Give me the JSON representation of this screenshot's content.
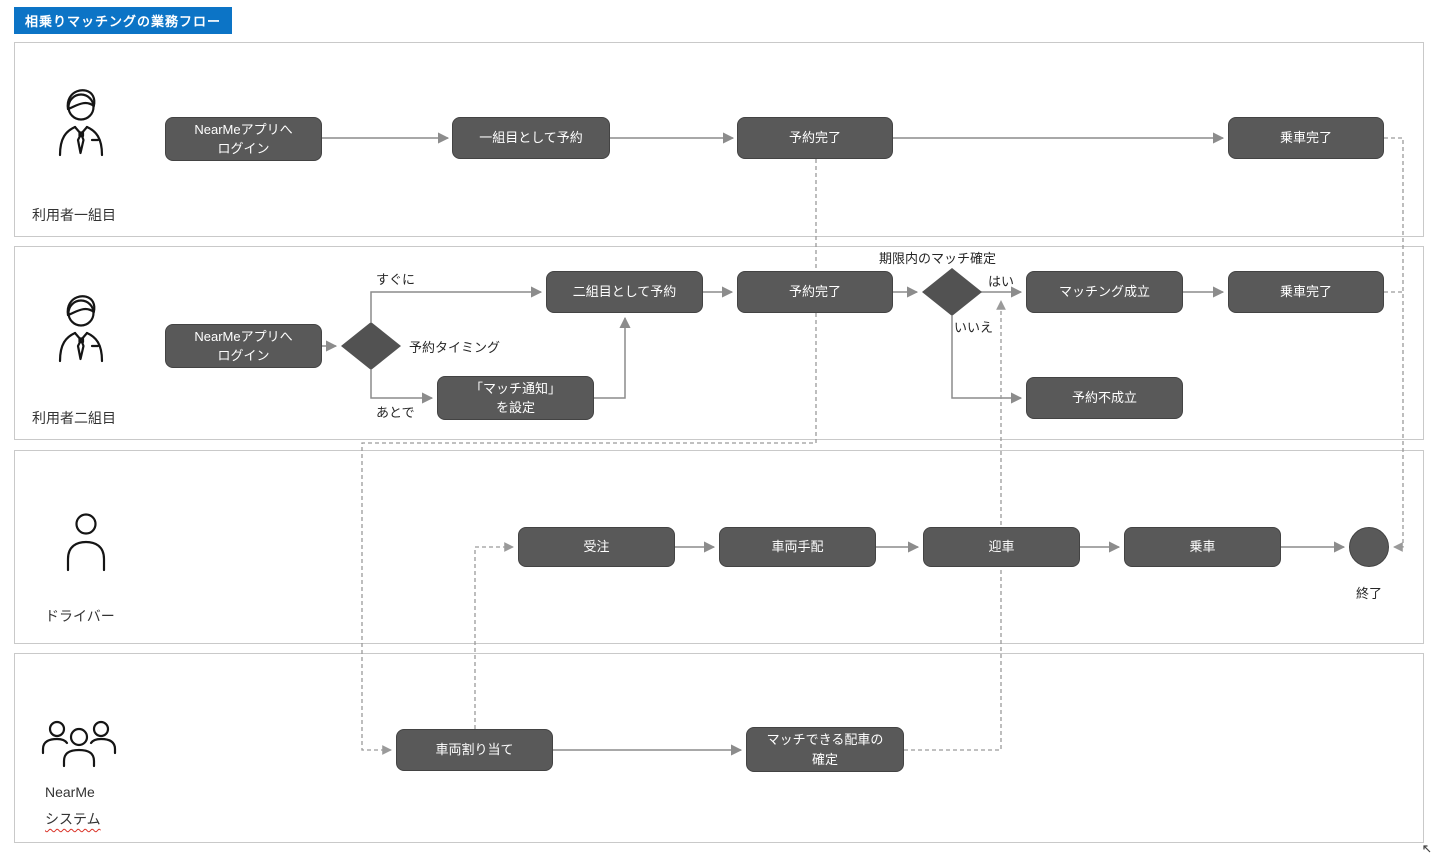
{
  "title": "相乗りマッチングの業務フロー",
  "lanes": {
    "user1": {
      "label": "利用者一組目"
    },
    "user2": {
      "label": "利用者二組目"
    },
    "driver": {
      "label": "ドライバー"
    },
    "system": {
      "label_line1": "NearMe",
      "label_line2": "システム"
    }
  },
  "nodes": {
    "u1_login": "NearMeアプリへ\nログイン",
    "u1_reserve": "一組目として予約",
    "u1_reserved": "予約完了",
    "u1_ride_done": "乗車完了",
    "u2_login": "NearMeアプリへ\nログイン",
    "u2_reserve": "二組目として予約",
    "u2_notify": "「マッチ通知」\nを設定",
    "u2_reserved": "予約完了",
    "u2_matched": "マッチング成立",
    "u2_ride_done": "乗車完了",
    "u2_not_matched": "予約不成立",
    "drv_order": "受注",
    "drv_dispatch": "車両手配",
    "drv_pickup": "迎車",
    "drv_board": "乗車",
    "sys_assign": "車両割り当て",
    "sys_confirm": "マッチできる配車の\n確定"
  },
  "decisions": {
    "timing": "予約タイミング",
    "deadline": "期限内のマッチ確定"
  },
  "edge_labels": {
    "immediately": "すぐに",
    "later": "あとで",
    "yes": "はい",
    "no": "いいえ",
    "end": "終了"
  },
  "colors": {
    "title_bg": "#0c74c6",
    "node_fill": "#595959",
    "connector_solid": "#8c8c8c",
    "connector_dashed": "#9a9a9a",
    "lane_border": "#c9c9c9"
  }
}
